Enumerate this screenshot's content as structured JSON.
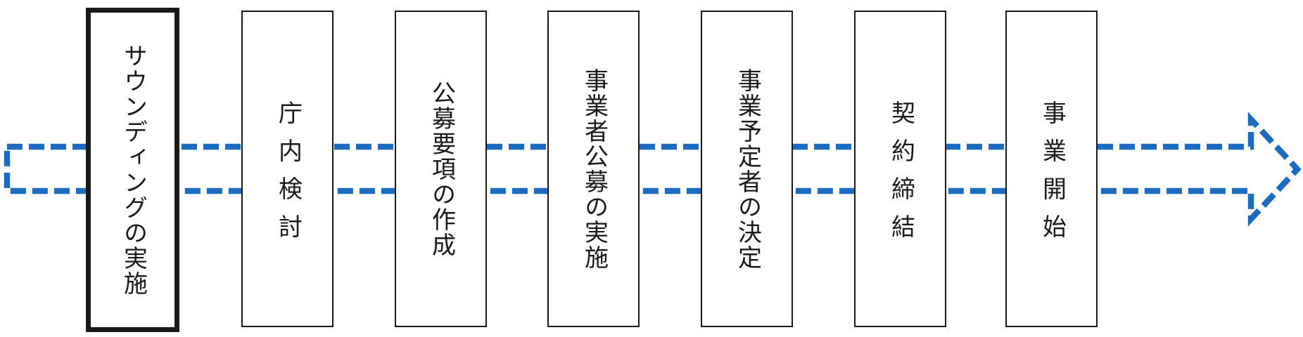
{
  "diagram": {
    "type": "process-flow",
    "direction": "left-to-right",
    "steps": [
      {
        "label": "サウンディングの実施",
        "emphasized": true
      },
      {
        "label": "庁内検討",
        "emphasized": false
      },
      {
        "label": "公募要項の作成",
        "emphasized": false
      },
      {
        "label": "事業者公募の実施",
        "emphasized": false
      },
      {
        "label": "事業予定者の決定",
        "emphasized": false
      },
      {
        "label": "契約締結",
        "emphasized": false
      },
      {
        "label": "事業開始",
        "emphasized": false
      }
    ],
    "arrow": {
      "style": "dashed",
      "shape": "hollow-block-arrow",
      "color": "#1B6BC1"
    },
    "colors": {
      "arrow": "#1B6BC1",
      "box_border": "#1a1a1a",
      "text": "#1a1a1a",
      "background": "#ffffff"
    }
  }
}
